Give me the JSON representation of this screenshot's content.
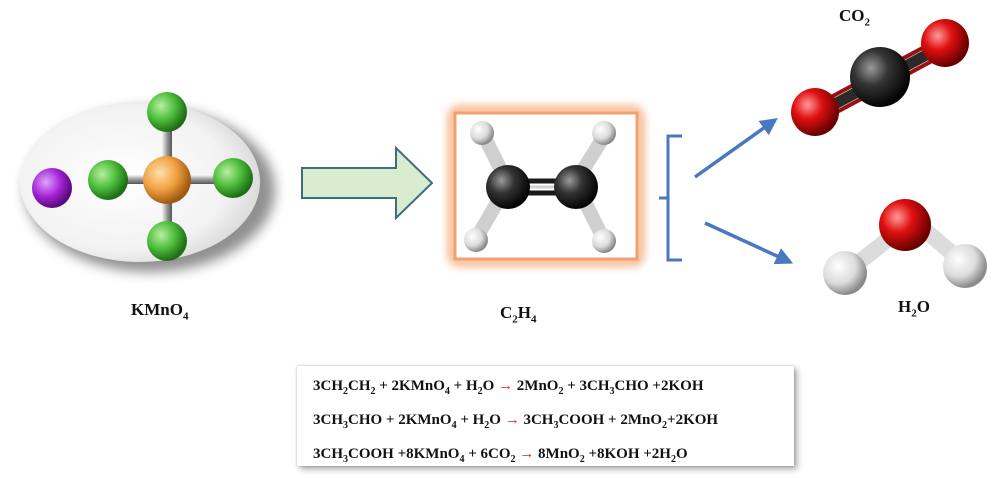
{
  "labels": {
    "kmno4": {
      "base": "KMnO",
      "sub": "4"
    },
    "c2h4": {
      "a": "C",
      "s1": "2",
      "b": "H",
      "s2": "4"
    },
    "co2": {
      "a": "CO",
      "s1": "2"
    },
    "h2o": {
      "a": "H",
      "s1": "2",
      "b": "O"
    }
  },
  "equations": [
    [
      {
        "t": "3CH"
      },
      {
        "s": "2"
      },
      {
        "t": "CH"
      },
      {
        "s": "2"
      },
      {
        "t": " + 2KMnO"
      },
      {
        "s": "4"
      },
      {
        "t": " + H"
      },
      {
        "s": "2"
      },
      {
        "t": "O "
      },
      {
        "a": "→"
      },
      {
        "t": " 2MnO"
      },
      {
        "s": "2"
      },
      {
        "t": " + 3CH"
      },
      {
        "s": "3"
      },
      {
        "t": "CHO +2KOH"
      }
    ],
    [
      {
        "t": "3CH"
      },
      {
        "s": "3"
      },
      {
        "t": "CHO + 2KMnO"
      },
      {
        "s": "4"
      },
      {
        "t": " + H"
      },
      {
        "s": "2"
      },
      {
        "t": "O "
      },
      {
        "a": "→"
      },
      {
        "t": " 3CH"
      },
      {
        "s": "3"
      },
      {
        "t": "COOH + 2MnO"
      },
      {
        "s": "2"
      },
      {
        "t": "+2KOH"
      }
    ],
    [
      {
        "t": "3CH"
      },
      {
        "s": "3"
      },
      {
        "t": "COOH +8KMnO"
      },
      {
        "s": "4"
      },
      {
        "t": " + 6CO"
      },
      {
        "s": "2"
      },
      {
        "t": " "
      },
      {
        "a": "→"
      },
      {
        "t": " 8MnO"
      },
      {
        "s": "2"
      },
      {
        "t": " +8KOH +2H"
      },
      {
        "s": "2"
      },
      {
        "t": "O"
      }
    ]
  ],
  "colors": {
    "potassium": "#a020d0",
    "manganese": "#f0a040",
    "oxygen_kmno4": "#4cbc3a",
    "carbon": "#222222",
    "hydrogen": "#e8e8e8",
    "oxygen": "#dd1010",
    "flow_arrow": "#d8ecd0",
    "flow_arrow_stroke": "#3f6e80",
    "branch": "#4a78c0",
    "highlight": "#f7b58a",
    "reaction_arrow": "#e02020"
  }
}
